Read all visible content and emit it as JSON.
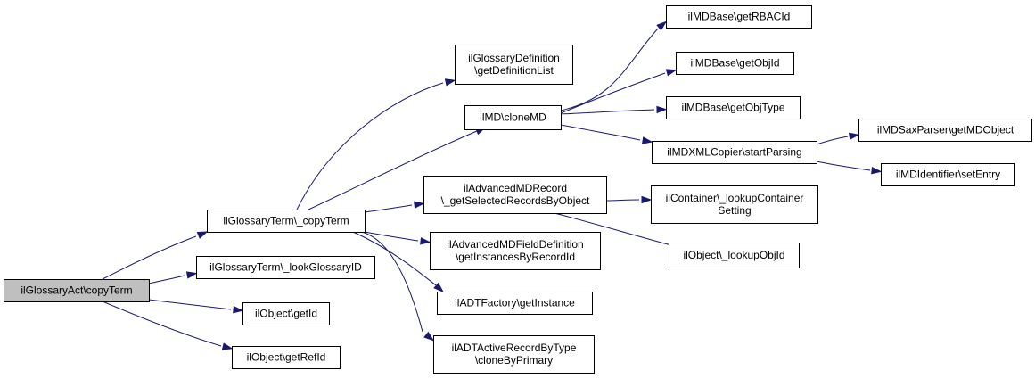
{
  "colors": {
    "edge": "#191970",
    "node_border": "#000000",
    "root_fill": "#bfbfbf",
    "node_fill": "#ffffff"
  },
  "nodes": [
    {
      "id": "copyTerm",
      "lines": [
        "ilGlossaryAct\\copyTerm"
      ],
      "root": true
    },
    {
      "id": "gtCopyTerm",
      "lines": [
        "ilGlossaryTerm\\_copyTerm"
      ]
    },
    {
      "id": "gtLookup",
      "lines": [
        "ilGlossaryTerm\\_lookGlossaryID"
      ]
    },
    {
      "id": "objGetId",
      "lines": [
        "ilObject\\getId"
      ]
    },
    {
      "id": "objGetRefId",
      "lines": [
        "ilObject\\getRefId"
      ]
    },
    {
      "id": "glossDef",
      "lines": [
        "ilGlossaryDefinition",
        "\\getDefinitionList"
      ]
    },
    {
      "id": "mdClone",
      "lines": [
        "ilMD\\cloneMD"
      ]
    },
    {
      "id": "advRecord",
      "lines": [
        "ilAdvancedMDRecord",
        "\\_getSelectedRecordsByObject"
      ]
    },
    {
      "id": "advField",
      "lines": [
        "ilAdvancedMDFieldDefinition",
        "\\getInstancesByRecordId"
      ]
    },
    {
      "id": "adtFactory",
      "lines": [
        "ilADTFactory\\getInstance"
      ]
    },
    {
      "id": "adtActive",
      "lines": [
        "ilADTActiveRecordByType",
        "\\cloneByPrimary"
      ]
    },
    {
      "id": "mdRbac",
      "lines": [
        "ilMDBase\\getRBACId"
      ]
    },
    {
      "id": "mdObjId",
      "lines": [
        "ilMDBase\\getObjId"
      ]
    },
    {
      "id": "mdObjType",
      "lines": [
        "ilMDBase\\getObjType"
      ]
    },
    {
      "id": "mdXml",
      "lines": [
        "ilMDXMLCopier\\startParsing"
      ]
    },
    {
      "id": "contLookup",
      "lines": [
        "ilContainer\\_lookupContainer",
        "Setting"
      ]
    },
    {
      "id": "objLookupId",
      "lines": [
        "ilObject\\_lookupObjId"
      ]
    },
    {
      "id": "saxParser",
      "lines": [
        "ilMDSaxParser\\getMDObject"
      ]
    },
    {
      "id": "mdIdent",
      "lines": [
        "ilMDIdentifier\\setEntry"
      ]
    }
  ],
  "edges": [
    [
      "copyTerm",
      "gtCopyTerm"
    ],
    [
      "copyTerm",
      "gtLookup"
    ],
    [
      "copyTerm",
      "objGetId"
    ],
    [
      "copyTerm",
      "objGetRefId"
    ],
    [
      "gtCopyTerm",
      "glossDef"
    ],
    [
      "gtCopyTerm",
      "mdClone"
    ],
    [
      "gtCopyTerm",
      "advRecord"
    ],
    [
      "gtCopyTerm",
      "advField"
    ],
    [
      "gtCopyTerm",
      "adtFactory"
    ],
    [
      "gtCopyTerm",
      "adtActive"
    ],
    [
      "mdClone",
      "mdRbac"
    ],
    [
      "mdClone",
      "mdObjId"
    ],
    [
      "mdClone",
      "mdObjType"
    ],
    [
      "mdClone",
      "mdXml"
    ],
    [
      "mdXml",
      "saxParser"
    ],
    [
      "mdXml",
      "mdIdent"
    ],
    [
      "advRecord",
      "contLookup"
    ],
    [
      "advRecord",
      "objLookupId"
    ]
  ]
}
